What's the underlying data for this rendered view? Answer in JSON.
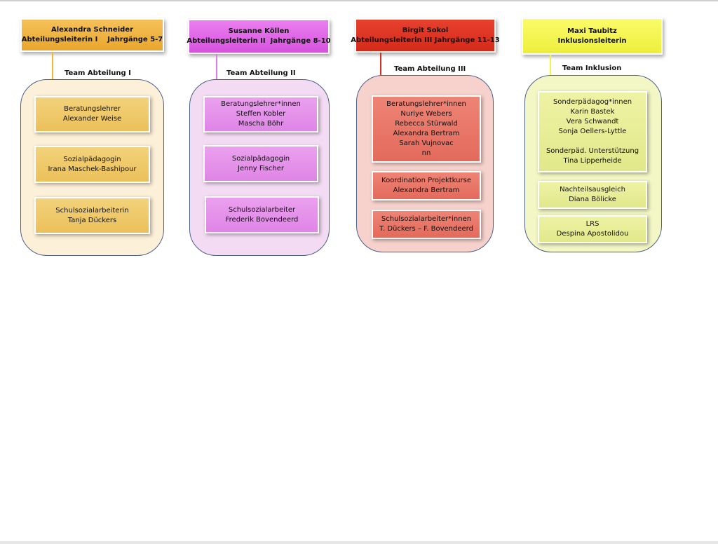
{
  "columns": [
    {
      "head": {
        "line1": "Alexandra Schneider",
        "line2": "Abteilungsleiterin I    Jahrgänge 5-7"
      },
      "team": "Team Abteilung I",
      "boxes": [
        {
          "lines": [
            "Beratungslehrer",
            "Alexander Weise"
          ]
        },
        {
          "lines": [
            "Sozialpädagogin",
            "Irana Maschek-Bashipour"
          ]
        },
        {
          "lines": [
            "Schulsozialarbeiterin",
            "Tanja Dückers"
          ]
        }
      ]
    },
    {
      "head": {
        "line1": "Susanne Köllen",
        "line2": "Abteilungsleiterin II  Jahrgänge 8-10"
      },
      "team": "Team Abteilung II",
      "boxes": [
        {
          "lines": [
            "Beratungslehrer*innen",
            "Steffen Kobler",
            "Mascha Böhr"
          ]
        },
        {
          "lines": [
            "Sozialpädagogin",
            "Jenny Fischer"
          ]
        },
        {
          "lines": [
            "Schulsozialarbeiter",
            "Frederik Bovendeerd"
          ]
        }
      ]
    },
    {
      "head": {
        "line1": "Birgit Sokol",
        "line2": "Abteilungsleiterin III Jahrgänge 11-13"
      },
      "team": "Team Abteilung III",
      "boxes": [
        {
          "lines": [
            "Beratungslehrer*innen",
            "Nuriye Webers",
            "Rebecca Stürwald",
            "Alexandra Bertram",
            "Sarah Vujnovac",
            "nn"
          ]
        },
        {
          "lines": [
            "Koordination Projektkurse",
            "Alexandra Bertram"
          ]
        },
        {
          "lines": [
            "Schulsozialarbeiter*innen",
            "T. Dückers – F. Bovendeerd"
          ]
        }
      ]
    },
    {
      "head": {
        "line1": "Maxi Taubitz",
        "line2": "Inklusionsleiterin"
      },
      "team": "Team Inklusion",
      "boxes": [
        {
          "lines": [
            "Sonderpädagog*innen",
            "Karin Bastek",
            "Vera Schwandt",
            "Sonja Oellers-Lyttle",
            "",
            "Sonderpäd. Unterstützung",
            "Tina Lipperheide"
          ]
        },
        {
          "lines": [
            "Nachteilsausgleich",
            "Diana Bölicke"
          ]
        },
        {
          "lines": [
            "LRS",
            "Despina Apostolidou"
          ]
        }
      ]
    }
  ]
}
